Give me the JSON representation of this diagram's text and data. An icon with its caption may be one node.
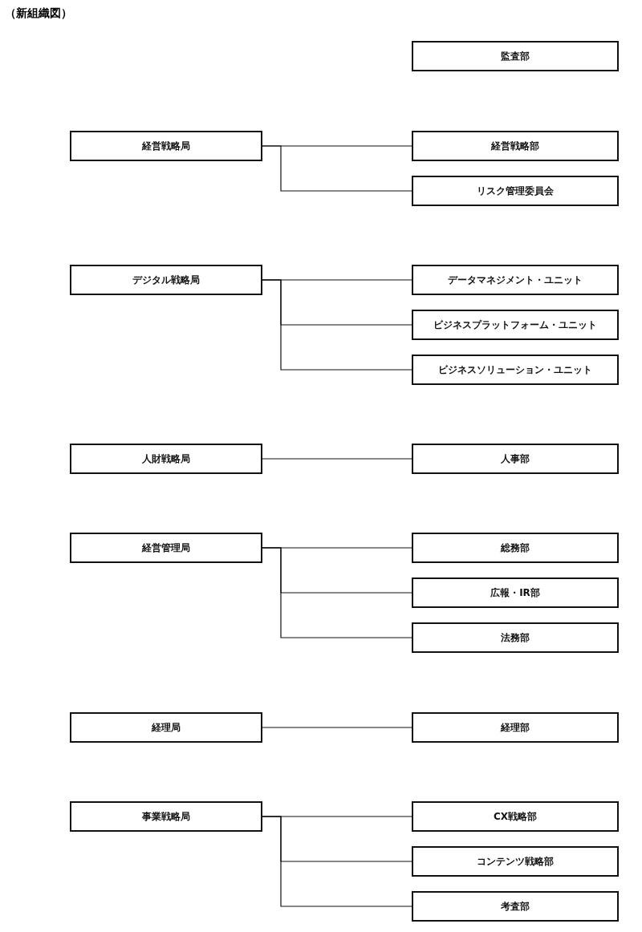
{
  "diagram": {
    "title": "（新組織図）",
    "nodes": [
      {
        "text": [
          "監査部"
        ]
      },
      {
        "text": [
          "経営戦略局"
        ]
      },
      {
        "text": [
          "経営戦略部"
        ]
      },
      {
        "text": [
          "リスク管理委員会"
        ]
      },
      {
        "text": [
          "デジタル戦略局"
        ]
      },
      {
        "text": [
          "データマネジメント・ユニット"
        ]
      },
      {
        "text": [
          "ビジネスプラットフォーム・ユニット"
        ]
      },
      {
        "text": [
          "ビジネスソリューション・ユニット"
        ]
      },
      {
        "text": [
          "人財戦略局"
        ]
      },
      {
        "text": [
          "人事部"
        ]
      },
      {
        "text": [
          "経営管理局"
        ]
      },
      {
        "text": [
          "総務部"
        ]
      },
      {
        "text": [
          "広報・IR部"
        ]
      },
      {
        "text": [
          "法務部"
        ]
      },
      {
        "text": [
          "経理局"
        ]
      },
      {
        "text": [
          "経理部"
        ]
      },
      {
        "text": [
          "事業戦略局"
        ]
      },
      {
        "text": [
          "CX戦略部"
        ]
      },
      {
        "text": [
          "コンテンツ戦略部"
        ]
      },
      {
        "text": [
          "考査部"
        ]
      }
    ],
    "edges": [
      {
        "from": 1,
        "to": 2,
        "arrow": "none"
      },
      {
        "from": 1,
        "to": 3,
        "arrow": "none"
      },
      {
        "from": 4,
        "to": 5,
        "arrow": "none"
      },
      {
        "from": 4,
        "to": 6,
        "arrow": "none"
      },
      {
        "from": 4,
        "to": 7,
        "arrow": "none"
      },
      {
        "from": 8,
        "to": 9,
        "arrow": "none"
      },
      {
        "from": 10,
        "to": 11,
        "arrow": "none"
      },
      {
        "from": 10,
        "to": 12,
        "arrow": "none"
      },
      {
        "from": 10,
        "to": 13,
        "arrow": "none"
      },
      {
        "from": 14,
        "to": 15,
        "arrow": "none"
      },
      {
        "from": 16,
        "to": 17,
        "arrow": "none"
      },
      {
        "from": 16,
        "to": 18,
        "arrow": "none"
      },
      {
        "from": 16,
        "to": 19,
        "arrow": "none"
      }
    ]
  }
}
